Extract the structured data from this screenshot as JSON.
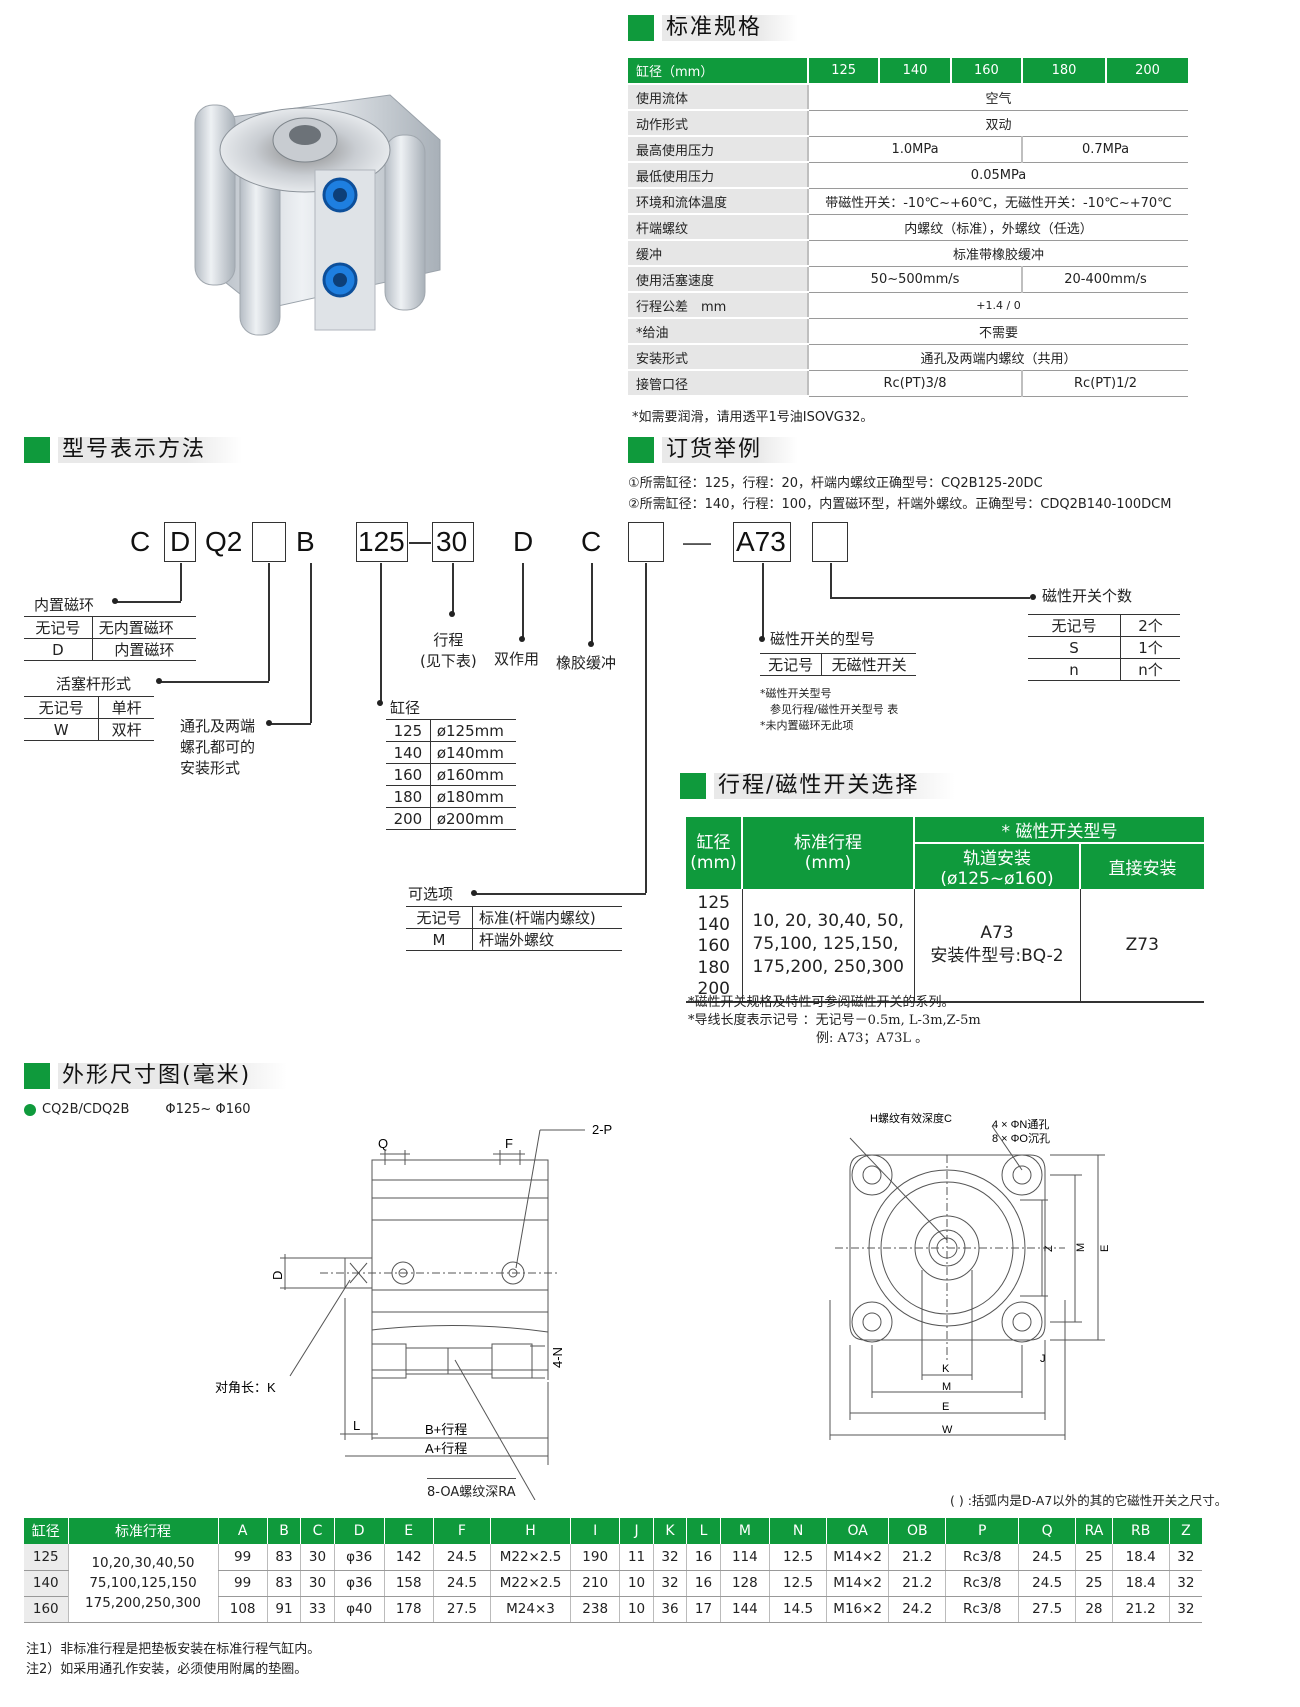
{
  "spec_section": {
    "title": "标准规格",
    "header_label": "缸径（mm）",
    "bores": [
      "125",
      "140",
      "160",
      "180",
      "200"
    ],
    "rows": [
      {
        "label": "使用流体",
        "values": [
          "空气"
        ]
      },
      {
        "label": "动作形式",
        "values": [
          "双动"
        ]
      },
      {
        "label": "最高使用压力",
        "values": [
          "1.0MPa",
          "0.7MPa"
        ]
      },
      {
        "label": "最低使用压力",
        "values": [
          "0.05MPa"
        ]
      },
      {
        "label": "环境和流体温度",
        "values": [
          "带磁性开关：-10℃~+60℃，无磁性开关：-10℃~+70℃"
        ]
      },
      {
        "label": "杆端螺纹",
        "values": [
          "内螺纹（标准），外螺纹（任选）"
        ]
      },
      {
        "label": "缓冲",
        "values": [
          "标准带橡胶缓冲"
        ]
      },
      {
        "label": "使用活塞速度",
        "values": [
          "50~500mm/s",
          "20-400mm/s"
        ]
      },
      {
        "label": "行程公差　mm",
        "values": [
          "+1.4 / 0"
        ]
      },
      {
        "label": "*给油",
        "values": [
          "不需要"
        ]
      },
      {
        "label": "安装形式",
        "values": [
          "通孔及两端内螺纹（共用）"
        ]
      },
      {
        "label": "接管口径",
        "values": [
          "Rc(PT)3/8",
          "Rc(PT)1/2"
        ]
      }
    ],
    "note": "*如需要润滑，请用透平1号油ISOVG32。"
  },
  "model_section": {
    "title": "型号表示方法",
    "codes": [
      "C",
      "D",
      "Q2",
      "B",
      "125",
      "30",
      "D",
      "C",
      "—",
      "A73"
    ],
    "magnet_ring": {
      "title": "内置磁环",
      "rows": [
        [
          "无记号",
          "无内置磁环"
        ],
        [
          "D",
          "内置磁环"
        ]
      ]
    },
    "rod_form": {
      "title": "活塞杆形式",
      "rows": [
        [
          "无记号",
          "单杆"
        ],
        [
          "W",
          "双杆"
        ]
      ]
    },
    "mount_note": [
      "通孔及两端",
      "螺孔都可的",
      "安装形式"
    ],
    "bore": {
      "title": "缸径",
      "rows": [
        [
          "125",
          "ø125mm"
        ],
        [
          "140",
          "ø140mm"
        ],
        [
          "160",
          "ø160mm"
        ],
        [
          "180",
          "ø180mm"
        ],
        [
          "200",
          "ø200mm"
        ]
      ]
    },
    "stroke": [
      "行程",
      "(见下表)"
    ],
    "double_acting": "双作用",
    "rubber_cushion": "橡胶缓冲",
    "options": {
      "title": "可选项",
      "rows": [
        [
          "无记号",
          "标准(杆端内螺纹)"
        ],
        [
          "M",
          "杆端外螺纹"
        ]
      ]
    },
    "switch_model": {
      "title": "磁性开关的型号",
      "rows": [
        [
          "无记号",
          "无磁性开关"
        ]
      ],
      "notes": [
        "*磁性开关型号",
        "参见行程/磁性开关型号 表",
        "*未内置磁环无此项"
      ]
    },
    "switch_count": {
      "title": "磁性开关个数",
      "rows": [
        [
          "无记号",
          "2个"
        ],
        [
          "S",
          "1个"
        ],
        [
          "n",
          "n个"
        ]
      ]
    }
  },
  "order_section": {
    "title": "订货举例",
    "lines": [
      "①所需缸径：125，行程：20，杆端内螺纹正确型号：CQ2B125-20DC",
      "②所需缸径：140，行程：100，内置磁环型，杆端外螺纹。正确型号：CDQ2B140-100DCM"
    ]
  },
  "switch_section": {
    "title": "行程/磁性开关选择",
    "headers": {
      "bore": "缸径",
      "bore_unit": "(mm)",
      "stroke": "标准行程",
      "stroke_unit": "(mm)",
      "switch": "* 磁性开关型号",
      "rail": "轨道安装(ø125~ø160)",
      "direct": "直接安装"
    },
    "bores": [
      "125",
      "140",
      "160",
      "180",
      "200"
    ],
    "strokes": [
      "10, 20, 30,40, 50,",
      "75,100, 125,150,",
      "175,200, 250,300"
    ],
    "rail_value": "A73",
    "rail_bracket": "安装件型号:BQ-2",
    "direct_value": "Z73",
    "notes": [
      "*磁性开关规格及特性可参阅磁性开关的系列。",
      "*导线长度表示记号 ：无记号－0.5m,   L-3m,Z-5m",
      "例: A73；A73L 。"
    ]
  },
  "dimension_section": {
    "title": "外形尺寸图(毫米)",
    "model": "CQ2B/CDQ2B",
    "range": "Φ125~ Φ160",
    "labels": {
      "Q": "Q",
      "F": "F",
      "P": "2-P",
      "D": "D",
      "K": "对角长：K",
      "N": "4-N",
      "L": "L",
      "B": "B+行程",
      "A": "A+行程",
      "OA": "8-OA螺纹深RA",
      "H": "H螺纹有效深度C",
      "N2": "4 × ΦN通孔",
      "O": "8 × ΦO沉孔",
      "Z": "Z",
      "M": "M",
      "E": "E",
      "K2": "K",
      "M2": "M",
      "E2": "E",
      "W": "W",
      "J": "J"
    },
    "footnote": "( ) :括弧内是D-A7以外的其的它磁性开关之尺寸。"
  },
  "dim_table": {
    "headers": [
      "缸径",
      "标准行程",
      "A",
      "B",
      "C",
      "D",
      "E",
      "F",
      "H",
      "I",
      "J",
      "K",
      "L",
      "M",
      "N",
      "OA",
      "OB",
      "P",
      "Q",
      "RA",
      "RB",
      "Z"
    ],
    "strokes": [
      "10,20,30,40,50",
      "75,100,125,150",
      "175,200,250,300"
    ],
    "rows": [
      [
        "125",
        "99",
        "83",
        "30",
        "φ36",
        "142",
        "24.5",
        "M22×2.5",
        "190",
        "11",
        "32",
        "16",
        "114",
        "12.5",
        "M14×2",
        "21.2",
        "Rc3/8",
        "24.5",
        "25",
        "18.4",
        "32"
      ],
      [
        "140",
        "99",
        "83",
        "30",
        "φ36",
        "158",
        "24.5",
        "M22×2.5",
        "210",
        "10",
        "32",
        "16",
        "128",
        "12.5",
        "M14×2",
        "21.2",
        "Rc3/8",
        "24.5",
        "25",
        "18.4",
        "32"
      ],
      [
        "160",
        "108",
        "91",
        "33",
        "φ40",
        "178",
        "27.5",
        "M24×3",
        "238",
        "10",
        "36",
        "17",
        "144",
        "14.5",
        "M16×2",
        "24.2",
        "Rc3/8",
        "27.5",
        "28",
        "21.2",
        "32"
      ]
    ],
    "notes": [
      "注1）非标准行程是把垫板安装在标准行程气缸内。",
      "注2）如采用通孔作安装，必须使用附属的垫圈。"
    ]
  }
}
